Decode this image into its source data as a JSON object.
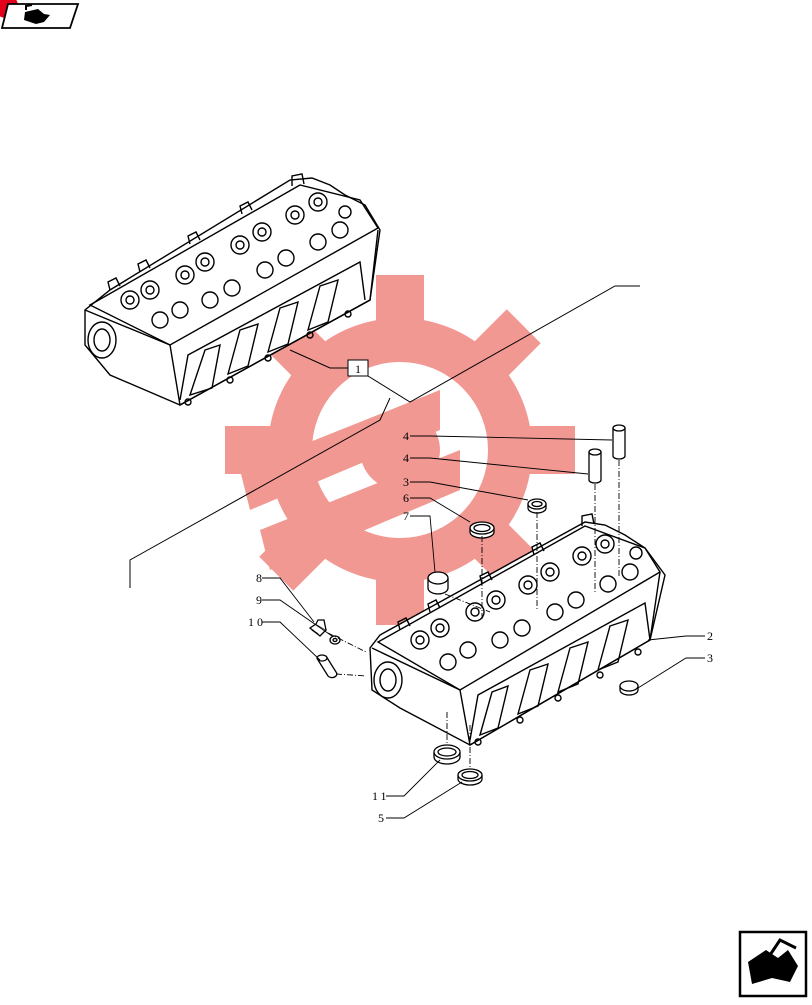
{
  "nav": {
    "badge_color": "#e3001b",
    "prev_icon": "arrow-back-icon",
    "next_icon": "arrow-forward-icon"
  },
  "watermark": {
    "color": "#e8453c"
  },
  "callouts": {
    "main_assembly": "1",
    "head": "2",
    "plug_right": "3",
    "plug_top": "3",
    "sleeve_long": "4",
    "sleeve_short": "4",
    "ring_bottom": "5",
    "ring_top": "6",
    "plug_cup": "7",
    "fitting": "8",
    "washer": "9",
    "bushing": "10",
    "seal_bottom": "11"
  }
}
